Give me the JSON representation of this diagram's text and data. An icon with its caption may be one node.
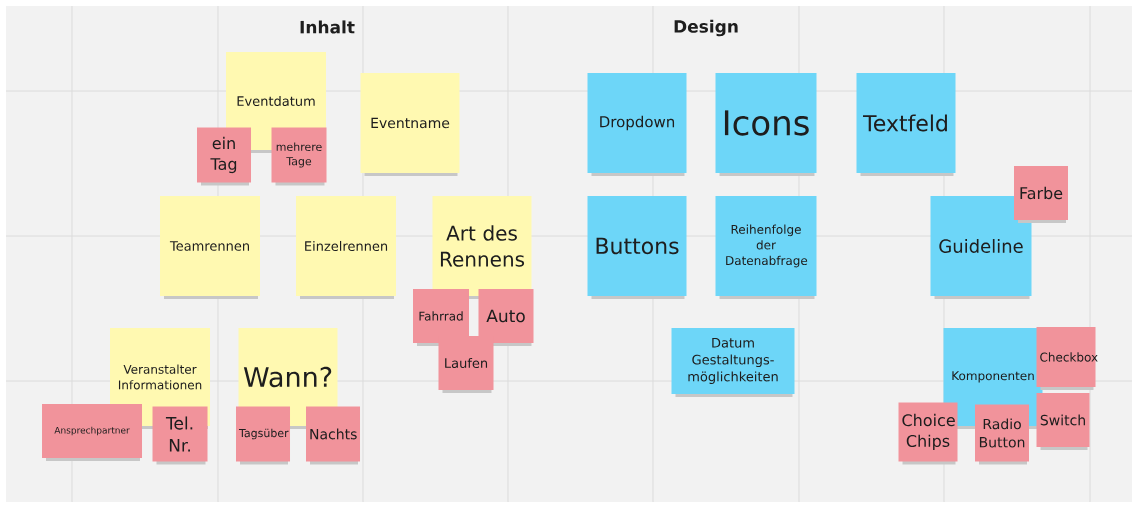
{
  "diagram": {
    "nodes": [
      {
        "text": [
          "Eventdatum"
        ]
      },
      {
        "text": [
          "ein Tag"
        ]
      },
      {
        "text": [
          "mehrere Tage"
        ]
      },
      {
        "text": [
          "Eventname"
        ]
      },
      {
        "text": [
          "Teamrennen"
        ]
      },
      {
        "text": [
          "Einzelrennen"
        ]
      },
      {
        "text": [
          "Art des Rennens"
        ]
      },
      {
        "text": [
          "Fahrrad"
        ]
      },
      {
        "text": [
          "Auto"
        ]
      },
      {
        "text": [
          "Laufen"
        ]
      },
      {
        "text": [
          "Veranstalter Informationen"
        ]
      },
      {
        "text": [
          "Wann?"
        ]
      },
      {
        "text": [
          "Ansprechpartner"
        ]
      },
      {
        "text": [
          "Tel. Nr."
        ]
      },
      {
        "text": [
          "Tagsüber"
        ]
      },
      {
        "text": [
          "Nachts"
        ]
      },
      {
        "text": [
          "Dropdown"
        ]
      },
      {
        "text": [
          "Icons"
        ]
      },
      {
        "text": [
          "Textfeld"
        ]
      },
      {
        "text": [
          "Farbe"
        ]
      },
      {
        "text": [
          "Buttons"
        ]
      },
      {
        "text": [
          "Reihenfolge der Datenabfrage"
        ]
      },
      {
        "text": [
          "Guideline"
        ]
      },
      {
        "text": [
          "Datum Gestaltungs-möglichkeiten"
        ]
      },
      {
        "text": [
          "Komponenten"
        ]
      },
      {
        "text": [
          "Checkbox"
        ]
      },
      {
        "text": [
          "Choice Chips"
        ]
      },
      {
        "text": [
          "Radio Button"
        ]
      },
      {
        "text": [
          "Switch"
        ]
      }
    ],
    "labels": [
      "Inhalt",
      "Design"
    ]
  }
}
